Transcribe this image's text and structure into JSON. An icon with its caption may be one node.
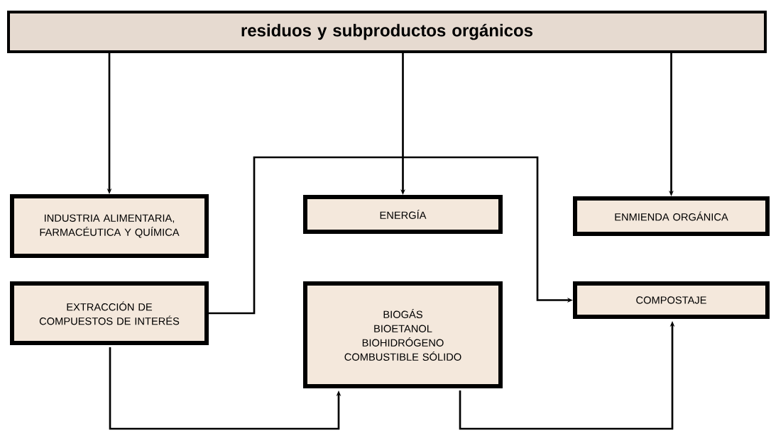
{
  "diagram": {
    "nodes": [
      {
        "text": [
          "residuos y subproductos orgánicos"
        ]
      },
      {
        "text": [
          "INDUSTRIA ALIMENTARIA, FARMACÉUTICA Y QUÍMICA"
        ]
      },
      {
        "text": [
          "ENERGÍA"
        ]
      },
      {
        "text": [
          "ENMIENDA ORGÁNICA"
        ]
      },
      {
        "text": [
          "EXTRACCIÓN DE COMPUESTOS DE INTERÉS"
        ]
      },
      {
        "text": [
          "BIOGÁS",
          "BIOETANOL",
          "BIOHIDRÓGENO",
          "COMBUSTIBLE SÓLIDO"
        ]
      },
      {
        "text": [
          "COMPOSTAJE"
        ]
      }
    ],
    "edges": [
      {
        "from": 0,
        "to": 1,
        "arrow": "to"
      },
      {
        "from": 0,
        "to": 2,
        "arrow": "to"
      },
      {
        "from": 0,
        "to": 3,
        "arrow": "to"
      },
      {
        "from": 4,
        "to": 6,
        "arrow": "to"
      },
      {
        "from": 4,
        "to": 5,
        "arrow": "to"
      },
      {
        "from": 5,
        "to": 6,
        "arrow": "to"
      }
    ]
  }
}
